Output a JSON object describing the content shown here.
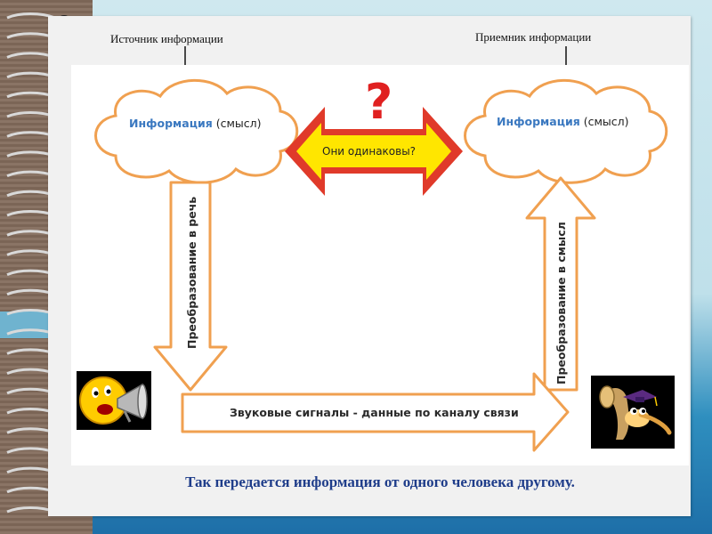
{
  "labels": {
    "source": "Источник информации",
    "receiver": "Приемник информации"
  },
  "clouds": {
    "left_word": "Информация",
    "left_rest": " (смысл)",
    "right_word": "Информация",
    "right_rest": " (смысл)"
  },
  "question_mark": "?",
  "compare_text": "Они одинаковы?",
  "arrows": {
    "to_speech": "Преобразование в речь",
    "to_meaning": "Преобразование в смысл",
    "channel": "Звуковые сигналы -  данные по каналу связи"
  },
  "caption": "Так передается информация от одного человека другому.",
  "colors": {
    "outline_orange": "#f0a050",
    "accent_blue": "#3a78c0",
    "question_red": "#e02020",
    "double_arrow_red": "#e03a2a",
    "double_arrow_yellow": "#ffe600",
    "caption_blue": "#1f3d8a"
  },
  "icons": {
    "speaker": "megaphone-smiley-icon",
    "listener": "horn-character-icon"
  }
}
